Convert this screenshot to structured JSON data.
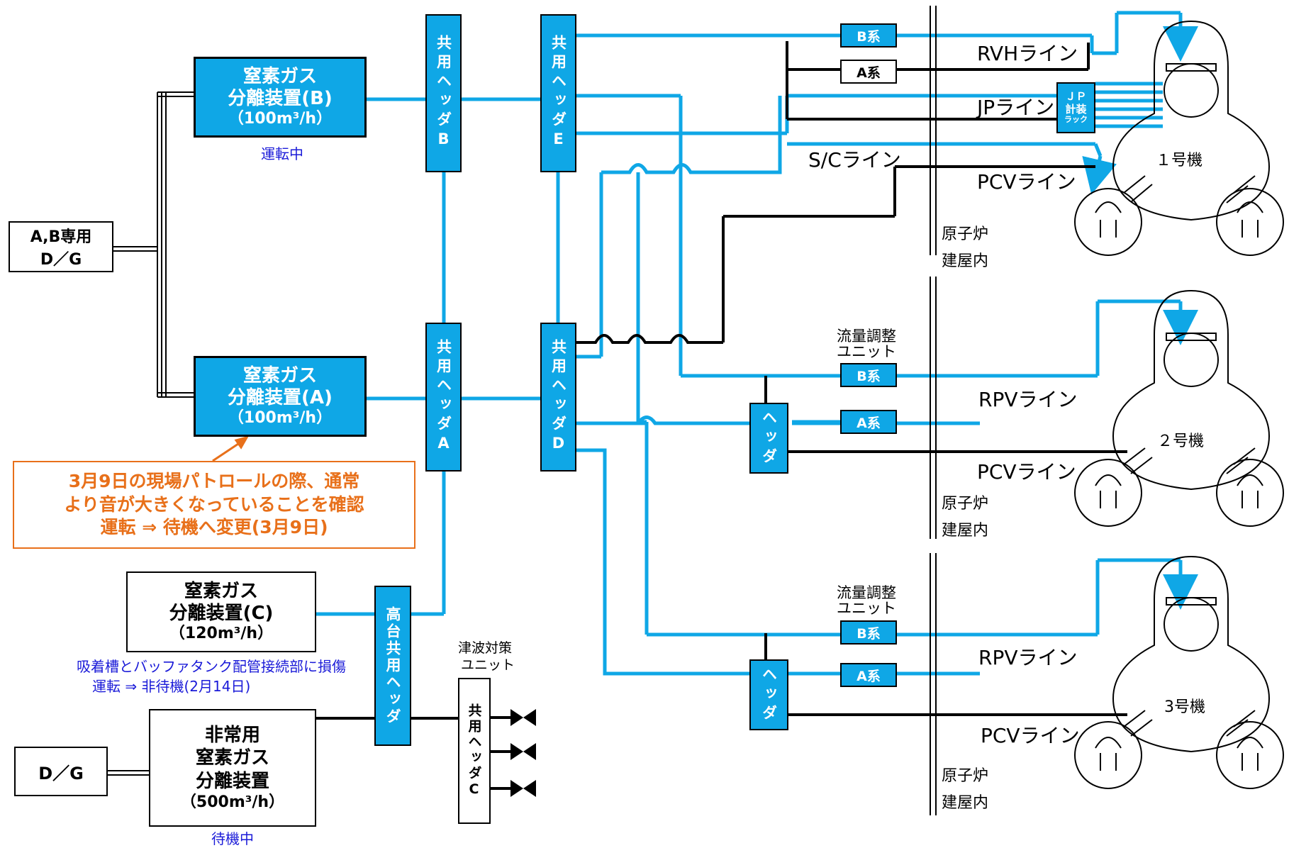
{
  "separators": {
    "nitrogen_b": {
      "title": "窒素ガス",
      "name": "分離装置(B)",
      "capacity": "（100m³/h）",
      "status": "運転中"
    },
    "nitrogen_a": {
      "title": "窒素ガス",
      "name": "分離装置(A)",
      "capacity": "（100m³/h）"
    },
    "nitrogen_c": {
      "title": "窒素ガス",
      "name": "分離装置(C)",
      "capacity": "（120m³/h）",
      "status_line1": "吸着槽とバッファタンク配管接続部に損傷",
      "status_line2": "運転 ⇒ 非待機(2月14日)"
    },
    "emergency": {
      "line1": "非常用",
      "title": "窒素ガス",
      "name": "分離装置",
      "capacity": "（500m³/h）",
      "status": "待機中"
    }
  },
  "generators": {
    "ab_dg_line1": "A,B専用",
    "ab_dg_line2": "D／G",
    "dg": "D／G"
  },
  "callout": {
    "line1": "3月9日の現場パトロールの際、通常",
    "line2": "より音が大きくなっていることを確認",
    "line3": "運転 ⇒ 待機へ変更(3月9日)"
  },
  "headers": {
    "common_b": "共用ヘッダB",
    "common_a": "共用ヘッダA",
    "common_e": "共用ヘッダE",
    "common_d": "共用ヘッダD",
    "takadai": "高台共用ヘッダ",
    "common_c": "共用ヘッダC",
    "header_u2": "ヘッダ",
    "header_u3": "ヘッダ"
  },
  "tsunami_unit": {
    "line1": "津波対策",
    "line2": "ユニット"
  },
  "systems": {
    "b": "B系",
    "a": "A系",
    "jp_line1": "ＪＰ",
    "jp_line2": "計装",
    "jp_line3": "ラック"
  },
  "flow_unit": {
    "line1": "流量調整",
    "line2": "ユニット"
  },
  "lines": {
    "rvh": "RVHライン",
    "jp": "JPライン",
    "sc": "S/Cライン",
    "pcv": "PCVライン",
    "rpv": "RPVライン"
  },
  "building": {
    "line1": "原子炉",
    "line2": "建屋内"
  },
  "units": {
    "u1": "１号機",
    "u2": "２号機",
    "u3": "3号機"
  },
  "colors": {
    "pipe_blue": "#0fa7e6",
    "status_blue": "#1a1ad8",
    "callout_orange": "#e8701a"
  }
}
